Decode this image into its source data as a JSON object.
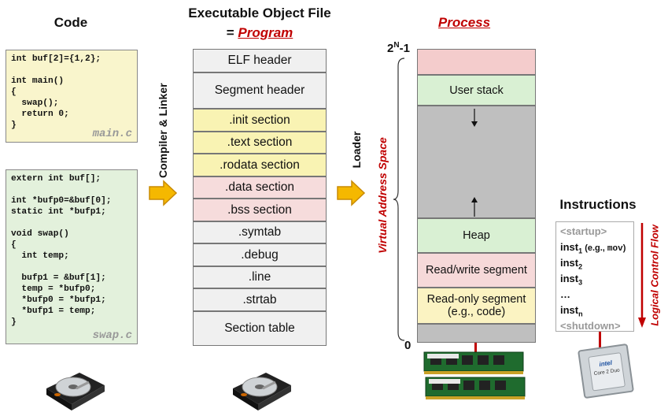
{
  "headings": {
    "code": "Code",
    "object_file": "Executable Object File",
    "equals": "= ",
    "program": "Program",
    "process": "Process",
    "instructions": "Instructions"
  },
  "main_c": {
    "lines": [
      "int buf[2]={1,2};",
      "",
      "int main()",
      "{",
      "  swap();",
      "  return 0;",
      "}"
    ],
    "filename": "main.c"
  },
  "swap_c": {
    "lines": [
      "extern int buf[];",
      "",
      "int *bufp0=&buf[0];",
      "static int *bufp1;",
      "",
      "void swap()",
      "{",
      "  int temp;",
      "",
      "  bufp1 = &buf[1];",
      "  temp = *bufp0;",
      "  *bufp0 = *bufp1;",
      "  *bufp1 = temp;",
      "}"
    ],
    "filename": "swap.c"
  },
  "arrows": {
    "compiler_linker": "Compiler & Linker",
    "loader": "Loader"
  },
  "sections": [
    {
      "label": "ELF header",
      "color": "gray"
    },
    {
      "label": "Segment header",
      "color": "gray"
    },
    {
      "label": ".init section",
      "color": "yellow"
    },
    {
      "label": ".text section",
      "color": "yellow"
    },
    {
      "label": ".rodata section",
      "color": "yellow"
    },
    {
      "label": ".data section",
      "color": "pink"
    },
    {
      "label": ".bss section",
      "color": "pink"
    },
    {
      "label": ".symtab",
      "color": "gray"
    },
    {
      "label": ".debug",
      "color": "gray"
    },
    {
      "label": ".line",
      "color": "gray"
    },
    {
      "label": ".strtab",
      "color": "gray"
    },
    {
      "label": "Section table",
      "color": "gray"
    }
  ],
  "process": {
    "top_address": "2",
    "top_exp": "N",
    "top_suffix": "-1",
    "bottom_address": "0",
    "virtual_address_space": "Virtual Address Space",
    "regions": {
      "user_stack": "User stack",
      "heap": "Heap",
      "read_write": "Read/write segment",
      "read_only_1": "Read-only segment",
      "read_only_2": "(e.g., code)"
    }
  },
  "instructions": {
    "startup": "<startup>",
    "inst1": "inst",
    "inst1_sub": "1",
    "inst1_note": " (e.g., ",
    "inst1_mono": "mov",
    "inst1_close": ")",
    "inst2": "inst",
    "inst2_sub": "2",
    "inst3": "inst",
    "inst3_sub": "3",
    "ellipsis": "…",
    "instn": "inst",
    "instn_sub": "n",
    "shutdown": "<shutdown>",
    "logical_control_flow": "Logical Control Flow"
  },
  "chip": {
    "brand": "intel",
    "model": "Core 2 Duo"
  },
  "colors": {
    "accent_red": "#c00000",
    "arrow_orange": "#f5b800",
    "code_yellow": "#f9f5cc",
    "code_green": "#e3f1dc"
  }
}
